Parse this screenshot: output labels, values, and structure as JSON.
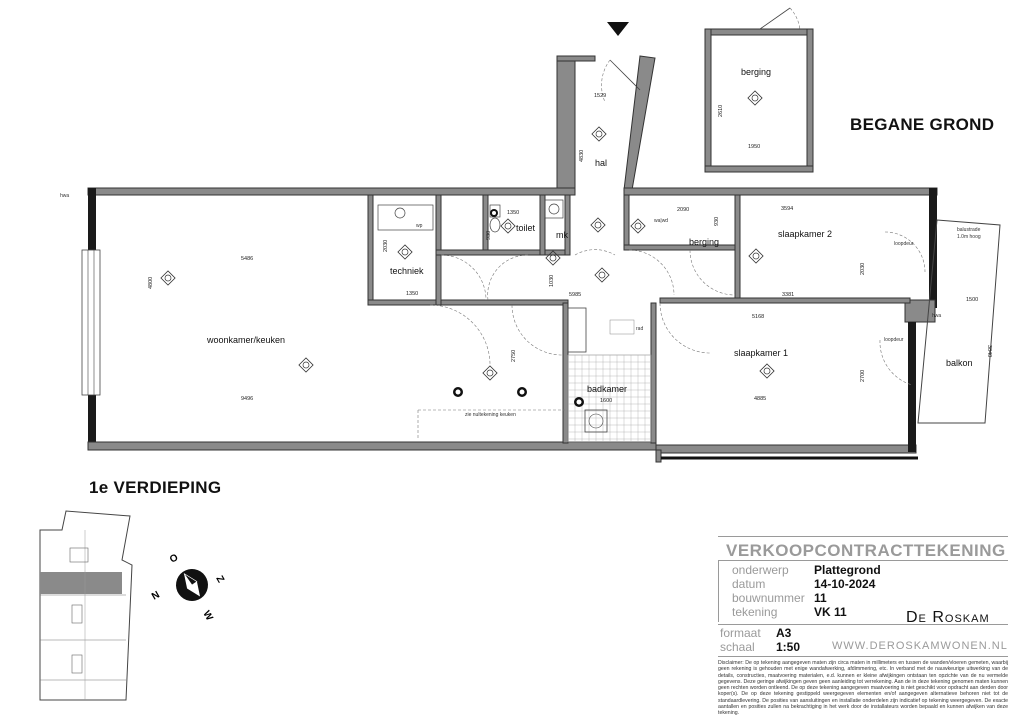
{
  "headings": {
    "ground": "BEGANE GROND",
    "first": "1e VERDIEPING"
  },
  "rooms": {
    "hal": "hal",
    "berging_top": "berging",
    "toilet": "toilet",
    "mk": "mk",
    "techniek": "techniek",
    "berging_mid": "berging",
    "slaapkamer2": "slaapkamer 2",
    "woonkamer": "woonkamer/keuken",
    "slaapkamer1": "slaapkamer 1",
    "badkamer": "badkamer",
    "balkon": "balkon"
  },
  "dimensions": {
    "d1529": "1529",
    "d4830": "4830",
    "d2610": "2610",
    "d1950": "1950",
    "d1350a": "1350",
    "d930a": "930",
    "d2030a": "2030",
    "d1350b": "1350",
    "d2090": "2090",
    "d930b": "930",
    "d3594": "3594",
    "d5486": "5486",
    "d4800": "4800",
    "d1030": "1030",
    "d5985": "5985",
    "d2030b": "2030",
    "d3381": "3381",
    "d1500": "1500",
    "d5168": "5168",
    "d2750": "2750",
    "d3840": "3840",
    "d9496": "9496",
    "d1600": "1600",
    "d4885": "4885",
    "d2700": "2700"
  },
  "annotations": {
    "hwa_left": "hwa",
    "hwa_right": "hwa",
    "wp": "wp",
    "wa_wd": "wa|wd",
    "balustrade_1": "balustrade",
    "balustrade_2": "1.0m hoog",
    "loopdeur_1": "loopdeur",
    "loopdeur_2": "loopdeur",
    "rad": "rad",
    "keuken_note": "zie nultekening keuken"
  },
  "compass": {
    "n": "N",
    "o": "O",
    "z": "Z",
    "w": "W"
  },
  "titleblock": {
    "heading": "VERKOOPCONTRACTTEKENING",
    "rows": [
      {
        "label": "onderwerp",
        "value": "Plattegrond"
      },
      {
        "label": "datum",
        "value": "14-10-2024"
      },
      {
        "label": "bouwnummer",
        "value": "11"
      },
      {
        "label": "tekening",
        "value": "VK 11"
      }
    ],
    "brand": "De Roskam",
    "formaat_label": "formaat",
    "formaat_value": "A3",
    "schaal_label": "schaal",
    "schaal_value": "1:50",
    "website": "WWW.DEROSKAMWONEN.NL",
    "disclaimer": "Disclaimer: De op tekening aangegeven maten zijn circa maten in millimeters en tussen de wanden/vloeren gemeten, waarbij geen rekening is gehouden met enige wandafwerking, afdimmering, etc. In verband met de nauwkeurige uitwerking van de details, constructies, maatvoering materialen, e.d. kunnen er kleine afwijkingen ontstaan ten opzichte van de nu vermelde gegevens. Deze geringe afwijkingen geven geen aanleiding tot verrekening. Aan de in deze tekening genomen maten kunnen geen rechten worden ontleend. De op deze tekening aangegeven maatvoering is niet geschikt voor opdracht aan derden door koper(s). De op deze tekening gestippeld weergegeven elementen en/of aangegeven alternatieve behoren niet tot de standaardlevering. De posities van aansluitingen en installatie onderdelen zijn indicatief op tekening weergegeven. De exacte aantallen en posities zullen na bekrachtiging in het werk door de installateurs worden bepaald en kunnen afwijken van deze tekening."
  }
}
